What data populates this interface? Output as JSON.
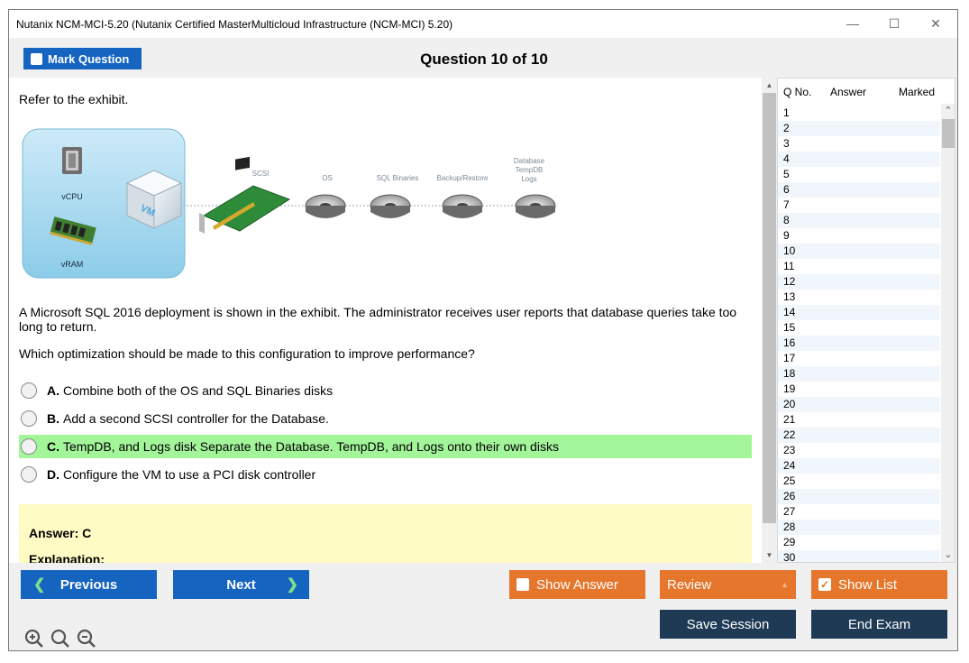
{
  "window": {
    "title": "Nutanix NCM-MCI-5.20 (Nutanix Certified MasterMulticloud Infrastructure (NCM-MCI) 5.20)",
    "minimize_icon": "minimize-icon",
    "maximize_icon": "maximize-icon",
    "close_icon": "close-icon"
  },
  "header": {
    "mark_label": "Mark Question",
    "question_title": "Question 10 of 10"
  },
  "question": {
    "refer": "Refer to the exhibit.",
    "exhibit": {
      "vcpu": "vCPU",
      "vram": "vRAM",
      "vm": "VM",
      "scsi": "SCSI",
      "os": "OS",
      "sql_binaries": "SQL Binaries",
      "backup_restore": "Backup/Restore",
      "db_line1": "Database",
      "db_line2": "TempDB",
      "db_line3": "Logs"
    },
    "stem": "A Microsoft SQL 2016 deployment is shown in the exhibit. The administrator receives user reports that database queries take too long to return.",
    "ask": "Which optimization should be made to this configuration to improve performance?",
    "options": [
      {
        "letter": "A.",
        "text": "Combine both of the OS and SQL Binaries disks"
      },
      {
        "letter": "B.",
        "text": "Add a second SCSI controller for the Database."
      },
      {
        "letter": "C.",
        "text": "TempDB, and Logs disk Separate the Database. TempDB, and Logs onto their own disks"
      },
      {
        "letter": "D.",
        "text": "Configure the VM to use a PCI disk controller"
      }
    ],
    "answer": "Answer: C",
    "explanation": "Explanation:"
  },
  "question_list": {
    "headers": {
      "qno": "Q No.",
      "answer": "Answer",
      "marked": "Marked"
    },
    "rows": [
      "1",
      "2",
      "3",
      "4",
      "5",
      "6",
      "7",
      "8",
      "9",
      "10",
      "11",
      "12",
      "13",
      "14",
      "15",
      "16",
      "17",
      "18",
      "19",
      "20",
      "21",
      "22",
      "23",
      "24",
      "25",
      "26",
      "27",
      "28",
      "29",
      "30"
    ]
  },
  "footer": {
    "previous": "Previous",
    "next": "Next",
    "show_answer": "Show Answer",
    "review": "Review",
    "show_list": "Show List",
    "save_session": "Save Session",
    "end_exam": "End Exam"
  },
  "colors": {
    "accent_blue": "#1565c0",
    "orange": "#e5762c",
    "dark_navy": "#1f3a55",
    "correct_green": "#a3f59a",
    "answer_yellow": "#fefbc4"
  }
}
